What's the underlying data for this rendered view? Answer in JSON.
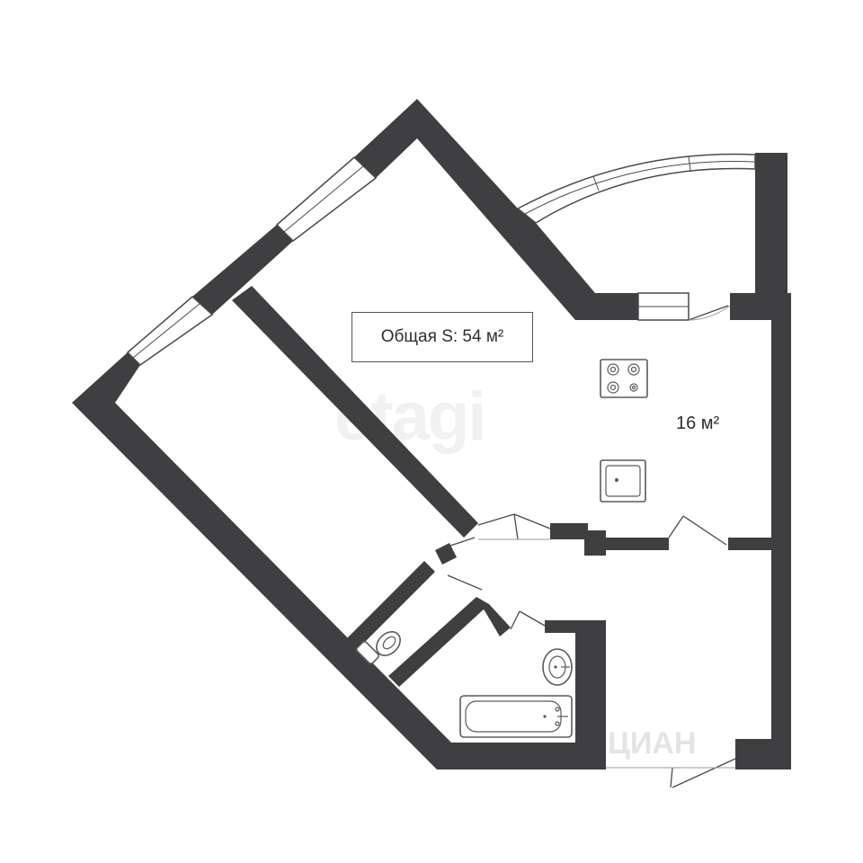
{
  "plan": {
    "total_label": "Общая S: 54 м²",
    "kitchen_area": "16 м²"
  },
  "watermark": {
    "text": "etagi",
    "corner_text": "ЦИАН"
  },
  "colors": {
    "wall": "#3f3f42",
    "background": "#ffffff",
    "watermark": "#f1f1f1"
  },
  "icons": [
    "stove-icon",
    "sink-icon",
    "toilet-icon",
    "washbasin-icon",
    "bathtub-icon",
    "window-icon",
    "door-icon"
  ]
}
